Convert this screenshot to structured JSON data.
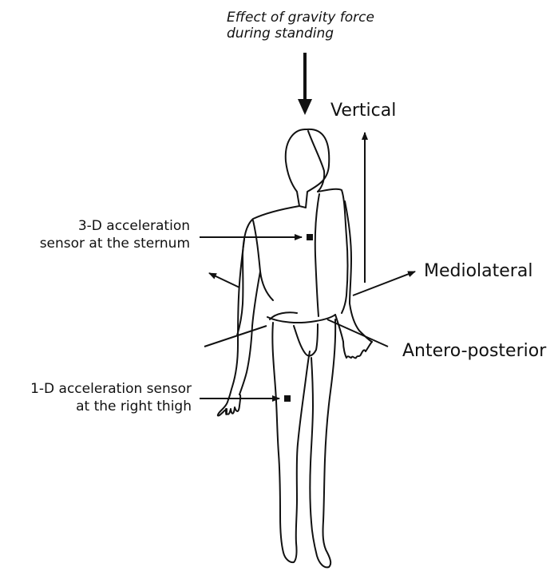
{
  "labels": {
    "gravity_line1": "Effect of gravity force",
    "gravity_line2": "during standing",
    "vertical": "Vertical",
    "mediolateral": "Mediolateral",
    "antero_posterior": "Antero-posterior",
    "sensor_3d_line1": "3-D acceleration",
    "sensor_3d_line2": "sensor at the sternum",
    "sensor_1d_line1": "1-D acceleration sensor",
    "sensor_1d_line2": "at the right thigh"
  }
}
